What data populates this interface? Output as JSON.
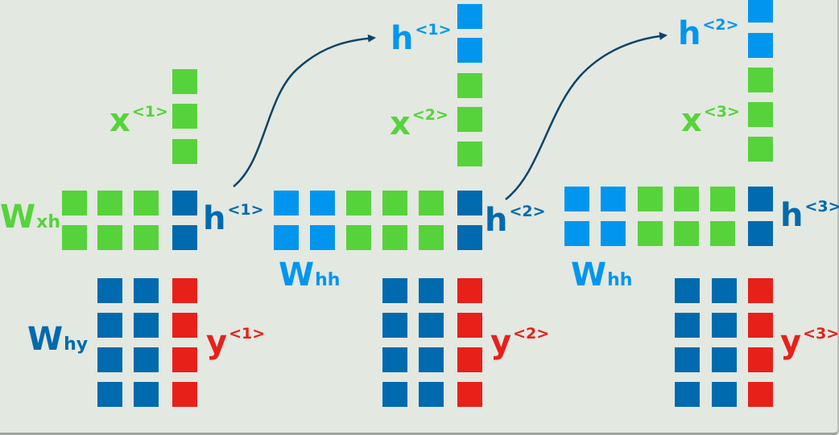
{
  "colors": {
    "input": "#56d33a",
    "prev_hidden": "#0096ef",
    "hidden": "#006aae",
    "output": "#e8201a",
    "arrow": "#0d4466",
    "background": "#e3e8e1"
  },
  "labels": {
    "wxh": {
      "main": "W",
      "sub": "xh"
    },
    "why": {
      "main": "W",
      "sub": "hy"
    },
    "whh_1": {
      "main": "W",
      "sub": "hh"
    },
    "whh_2": {
      "main": "W",
      "sub": "hh"
    },
    "x1": {
      "main": "x",
      "sup": "<1>"
    },
    "x2": {
      "main": "x",
      "sup": "<2>"
    },
    "x3": {
      "main": "x",
      "sup": "<3>"
    },
    "h1_out": {
      "main": "h",
      "sup": "<1>"
    },
    "h1_in": {
      "main": "h",
      "sup": "<1>"
    },
    "h2_out": {
      "main": "h",
      "sup": "<2>"
    },
    "h2_in": {
      "main": "h",
      "sup": "<2>"
    },
    "h3_out": {
      "main": "h",
      "sup": "<3>"
    },
    "y1": {
      "main": "y",
      "sup": "<1>"
    },
    "y2": {
      "main": "y",
      "sup": "<2>"
    },
    "y3": {
      "main": "y",
      "sup": "<3>"
    }
  }
}
